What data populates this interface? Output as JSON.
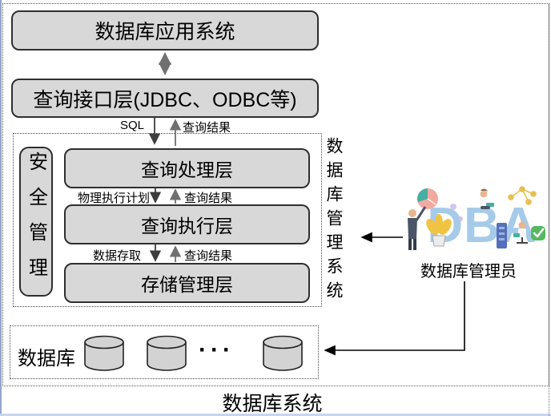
{
  "app_layer": {
    "label": "数据库应用系统"
  },
  "interface_layer": {
    "label": "查询接口层(JDBC、ODBC等)"
  },
  "flow_labels": {
    "sql": "SQL",
    "query_result_top": "查询结果",
    "physical_plan": "物理执行计划",
    "query_result_mid": "查询结果",
    "data_access": "数据存取",
    "query_result_bottom": "查询结果"
  },
  "dbms": {
    "security_label": "安全管理",
    "layers": [
      {
        "label": "查询处理层"
      },
      {
        "label": "查询执行层"
      },
      {
        "label": "存储管理层"
      }
    ],
    "side_label": "数据库管理系统"
  },
  "database": {
    "label": "数据库",
    "ellipsis": "···"
  },
  "dba": {
    "logo_text": "DBA",
    "caption": "数据库管理员"
  },
  "system_label": "数据库系统",
  "colors": {
    "box_fill": "#d8d8d8",
    "box_border": "#2f2f2f",
    "arrow_gray": "#707070",
    "arrow_dark": "#3d3d3d",
    "arrow_black": "#000000",
    "dba_blue": "#a6cbe9",
    "pie_teal": "#45b0a2",
    "pie_pink": "#f2a9a0",
    "plant_yellow": "#f0c343",
    "check_green": "#55b85f",
    "server_blue": "#5470b8"
  }
}
